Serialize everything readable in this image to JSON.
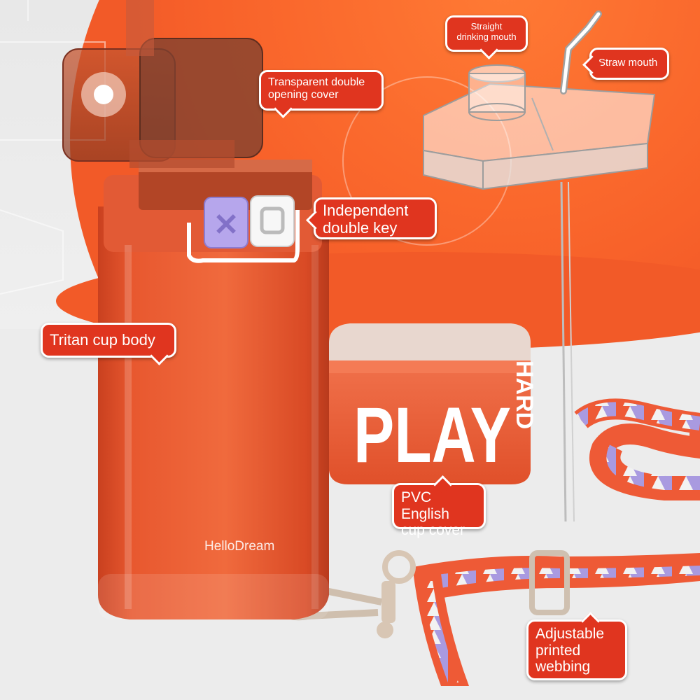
{
  "product": {
    "brand_label": "HelloDream",
    "cover_big_text": "PLAY",
    "cover_small_text": "HARD"
  },
  "callouts": {
    "transparent_cover": "Transparent double opening cover",
    "double_key": "Independent double key",
    "cup_body": "Tritan cup body",
    "english_cover": "PVC English cup cover",
    "webbing": "Adjustable printed webbing",
    "straight_mouth": "Straight drinking mouth",
    "straw_mouth": "Straw mouth"
  },
  "colors": {
    "accent": "#e0351f",
    "cup_orange": "#e8542e",
    "background_orange": "#ff6a2a",
    "key_purple": "#a99ae0"
  }
}
